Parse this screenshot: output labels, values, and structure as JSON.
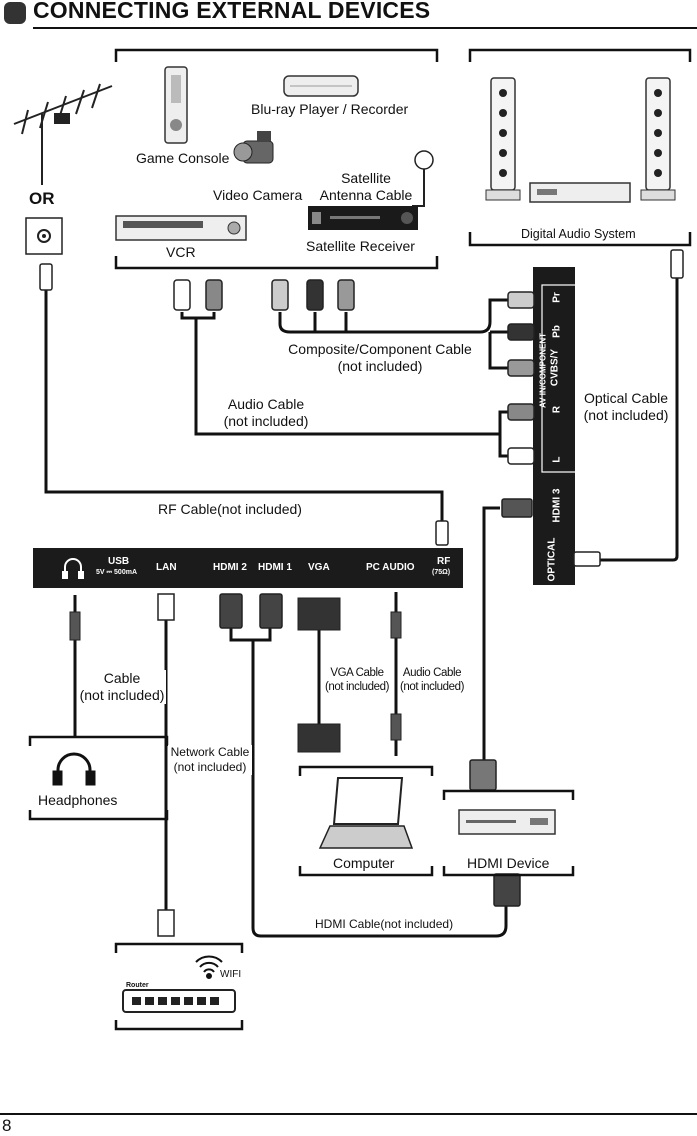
{
  "header": {
    "title": "CONNECTING EXTERNAL DEVICES",
    "page_number": "8"
  },
  "sources": {
    "antenna_or": "OR",
    "game_console": "Game Console",
    "bluray": "Blu-ray Player / Recorder",
    "video_camera": "Video Camera",
    "satellite_antenna_cable_1": "Satellite",
    "satellite_antenna_cable_2": "Antenna Cable",
    "vcr": "VCR",
    "satellite_receiver": "Satellite Receiver",
    "digital_audio_system": "Digital Audio System"
  },
  "cables": {
    "composite_1": "Composite/Component Cable",
    "composite_2": "(not included)",
    "audio_1": "Audio Cable",
    "audio_2": "(not included)",
    "optical_1": "Optical Cable",
    "optical_2": "(not included)",
    "rf": "RF Cable(not included)",
    "cable_1": "Cable",
    "cable_2": "(not included)",
    "vga_1": "VGA Cable",
    "vga_2": "(not included)",
    "pc_audio_1": "Audio  Cable",
    "pc_audio_2": "(not included)",
    "network_1": "Network Cable",
    "network_2": "(not included)",
    "hdmi": "HDMI Cable(not included)"
  },
  "side_panel": {
    "pr": "Pr",
    "pb": "Pb",
    "cvbs": "CVBS/Y",
    "av_in": "AV IN/COMPONENT",
    "r": "R",
    "l": "L",
    "hdmi3": "HDMI 3",
    "optical": "OPTICAL"
  },
  "bottom_panel": {
    "usb": "USB",
    "usb_spec": "5V ⎓ 500mA",
    "lan": "LAN",
    "hdmi2": "HDMI 2",
    "hdmi1": "HDMI 1",
    "vga": "VGA",
    "pc_audio": "PC AUDIO",
    "rf": "RF",
    "rf_spec": "(75Ω)"
  },
  "devices": {
    "headphones": "Headphones",
    "computer": "Computer",
    "hdmi_device": "HDMI Device",
    "router": "Router",
    "wifi": "WIFI"
  }
}
